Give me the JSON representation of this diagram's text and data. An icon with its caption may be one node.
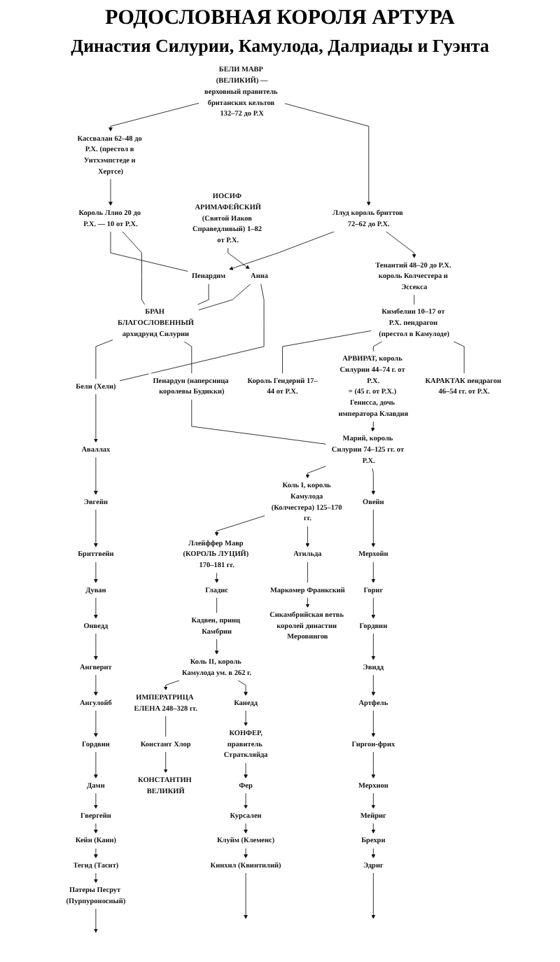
{
  "diagram": {
    "title": "РОДОСЛОВНАЯ КОРОЛЯ АРТУРА",
    "labels": [
      "Династия Силурии, Камулода, Далриады и Гуэнта"
    ],
    "nodes": [
      {
        "text": [
          "БЕЛИ МАВР (ВЕЛИКИЙ) —",
          "верховный правитель британских кельтов 132–72 до Р.Х"
        ]
      },
      {
        "text": [
          "Кассвалан 62–48 до Р.Х. (престол в Уитхэмпстеде и Хертсе)"
        ]
      },
      {
        "text": [
          "Ллуд король бриттов 72–62 до Р.Х."
        ]
      },
      {
        "text": [
          "ИОСИФ АРИМАФЕЙСКИЙ",
          "(Святой Иаков Справедливый) 1–82 от Р.Х."
        ]
      },
      {
        "text": [
          "Король Ллио 20 до Р.Х. — 10 от Р.Х."
        ]
      },
      {
        "text": [
          "Пенардим"
        ]
      },
      {
        "text": [
          "Тенантий 48–20 до Р.Х. король Колчестера и Эссекса"
        ]
      },
      {
        "text": [
          "Анна"
        ]
      },
      {
        "text": [
          "БРАН БЛАГОСЛОВЕННЫЙ",
          "архидруид Силурии"
        ]
      },
      {
        "text": [
          "Кимбелин 10–17 от Р.Х. пендрагон (престол в Камулоде)"
        ]
      },
      {
        "text": [
          "Бели (Хели)"
        ]
      },
      {
        "text": [
          "Аваллах"
        ]
      },
      {
        "text": [
          "Эвгейн"
        ]
      },
      {
        "text": [
          "Бриттвейн"
        ]
      },
      {
        "text": [
          "Дуван"
        ]
      },
      {
        "text": [
          "Онведд"
        ]
      },
      {
        "text": [
          "Ангверит"
        ]
      },
      {
        "text": [
          "Ангулойб"
        ]
      },
      {
        "text": [
          "Гордвин"
        ]
      },
      {
        "text": [
          "Дамн"
        ]
      },
      {
        "text": [
          "Гвергейн"
        ]
      },
      {
        "text": [
          "Кейн (Каин)"
        ]
      },
      {
        "text": [
          "Тегид (Тасит)"
        ]
      },
      {
        "text": [
          "Патеры Песрут (Пурпуроносный)"
        ]
      },
      {
        "text": [
          "Король Гендерий 17–44 от Р.Х."
        ]
      },
      {
        "text": [
          "АРВИРАТ, король Силурии 44–74 г. от Р.Х.",
          "= (45 г. от Р.Х.) Генисса, дочь императора Клавдия"
        ]
      },
      {
        "text": [
          "КАРАКТАК пендрагон 46–54 гг. от Р.Х."
        ]
      },
      {
        "text": [
          "Пенардун (наперсница королевы Будикки)"
        ]
      },
      {
        "text": [
          "Марий, король Силурии 74–125 гг. от Р.Х."
        ]
      },
      {
        "text": [
          "Коль I, король Камулода (Колчестера) 125–170 гг."
        ]
      },
      {
        "text": [
          "Овейн"
        ]
      },
      {
        "text": [
          "Ллейффер Мавр (КОРОЛЬ ЛУЦИЙ) 170–181 гг."
        ]
      },
      {
        "text": [
          "Гладис"
        ]
      },
      {
        "text": [
          "Кадвен, принц Камбрии"
        ]
      },
      {
        "text": [
          "Атильда"
        ]
      },
      {
        "text": [
          "Маркомер Франкский"
        ]
      },
      {
        "text": [
          "Коль II, король Камулода ум. в 262 г."
        ]
      },
      {
        "text": [
          "Сикамбрийская ветвь королей династии Меровингов"
        ]
      },
      {
        "text": [
          "Канедд"
        ]
      },
      {
        "text": [
          "ИМПЕРАТРИЦА ЕЛЕНА 248–328 гг."
        ]
      },
      {
        "text": [
          "Констант Хлор"
        ]
      },
      {
        "text": [
          "КОНФЕР,",
          "правитель Страткляйда"
        ]
      },
      {
        "text": [
          "Фер"
        ]
      },
      {
        "text": [
          "Курсален"
        ]
      },
      {
        "text": [
          "Клуйм (Клеменс)"
        ]
      },
      {
        "text": [
          "Кинхил (Квинтилий)"
        ]
      },
      {
        "text": [
          "КОНСТАНТИН ВЕЛИКИЙ"
        ]
      },
      {
        "text": [
          "Мерхойн"
        ]
      },
      {
        "text": [
          "Гориг"
        ]
      },
      {
        "text": [
          "Гордвин"
        ]
      },
      {
        "text": [
          "Эвидд"
        ]
      },
      {
        "text": [
          "Артфель"
        ]
      },
      {
        "text": [
          "Гиргон-фрих"
        ]
      },
      {
        "text": [
          "Мерхион"
        ]
      },
      {
        "text": [
          "Мейриг"
        ]
      },
      {
        "text": [
          "Брехри"
        ]
      },
      {
        "text": [
          "Эдриг"
        ]
      }
    ],
    "edges": [
      {
        "from": 0,
        "to": 1,
        "arrow": "to"
      },
      {
        "from": 0,
        "to": 2,
        "arrow": "to"
      },
      {
        "from": 1,
        "to": 4,
        "arrow": "to"
      },
      {
        "from": 2,
        "to": 5,
        "arrow": "to"
      },
      {
        "from": 2,
        "to": 6,
        "arrow": "to"
      },
      {
        "from": 4,
        "to": 5,
        "arrow": "none"
      },
      {
        "from": 3,
        "to": 7,
        "arrow": "to"
      },
      {
        "from": 4,
        "to": 8,
        "arrow": "none"
      },
      {
        "from": 5,
        "to": 8,
        "arrow": "none"
      },
      {
        "from": 7,
        "to": 8,
        "arrow": "none"
      },
      {
        "from": 6,
        "to": 9,
        "arrow": "none"
      },
      {
        "from": 7,
        "to": 10,
        "arrow": "none"
      },
      {
        "from": 8,
        "to": 10,
        "arrow": "none"
      },
      {
        "from": 8,
        "to": 27,
        "arrow": "none"
      },
      {
        "from": 9,
        "to": 24,
        "arrow": "none"
      },
      {
        "from": 9,
        "to": 25,
        "arrow": "none"
      },
      {
        "from": 9,
        "to": 26,
        "arrow": "none"
      },
      {
        "from": 10,
        "to": 11,
        "arrow": "to"
      },
      {
        "from": 11,
        "to": 12,
        "arrow": "to"
      },
      {
        "from": 12,
        "to": 13,
        "arrow": "to"
      },
      {
        "from": 13,
        "to": 14,
        "arrow": "to"
      },
      {
        "from": 14,
        "to": 15,
        "arrow": "to"
      },
      {
        "from": 15,
        "to": 16,
        "arrow": "to"
      },
      {
        "from": 16,
        "to": 17,
        "arrow": "to"
      },
      {
        "from": 17,
        "to": 18,
        "arrow": "to"
      },
      {
        "from": 18,
        "to": 19,
        "arrow": "to"
      },
      {
        "from": 19,
        "to": 20,
        "arrow": "to"
      },
      {
        "from": 20,
        "to": 21,
        "arrow": "to"
      },
      {
        "from": 21,
        "to": 22,
        "arrow": "to"
      },
      {
        "from": 22,
        "to": 23,
        "arrow": "to"
      },
      {
        "from": 23,
        "to": null,
        "arrow": "to"
      },
      {
        "from": 25,
        "to": 28,
        "arrow": "to"
      },
      {
        "from": 27,
        "to": 28,
        "arrow": "none"
      },
      {
        "from": 28,
        "to": 29,
        "arrow": "to"
      },
      {
        "from": 28,
        "to": 30,
        "arrow": "to"
      },
      {
        "from": 29,
        "to": 31,
        "arrow": "to"
      },
      {
        "from": 29,
        "to": 34,
        "arrow": "to"
      },
      {
        "from": 31,
        "to": 32,
        "arrow": "to"
      },
      {
        "from": 32,
        "to": 33,
        "arrow": "none"
      },
      {
        "from": 33,
        "to": 36,
        "arrow": "to"
      },
      {
        "from": 34,
        "to": 35,
        "arrow": "none"
      },
      {
        "from": 35,
        "to": 37,
        "arrow": "to"
      },
      {
        "from": 36,
        "to": 39,
        "arrow": "to"
      },
      {
        "from": 36,
        "to": 38,
        "arrow": "to"
      },
      {
        "from": 39,
        "to": 40,
        "arrow": "none"
      },
      {
        "from": 40,
        "to": 46,
        "arrow": "to"
      },
      {
        "from": 38,
        "to": 41,
        "arrow": "to"
      },
      {
        "from": 41,
        "to": 42,
        "arrow": "to"
      },
      {
        "from": 42,
        "to": 43,
        "arrow": "to"
      },
      {
        "from": 43,
        "to": 44,
        "arrow": "to"
      },
      {
        "from": 44,
        "to": 45,
        "arrow": "to"
      },
      {
        "from": 45,
        "to": null,
        "arrow": "to"
      },
      {
        "from": 30,
        "to": 47,
        "arrow": "to"
      },
      {
        "from": 47,
        "to": 48,
        "arrow": "to"
      },
      {
        "from": 48,
        "to": 49,
        "arrow": "to"
      },
      {
        "from": 49,
        "to": 50,
        "arrow": "to"
      },
      {
        "from": 50,
        "to": 51,
        "arrow": "to"
      },
      {
        "from": 51,
        "to": 52,
        "arrow": "to"
      },
      {
        "from": 52,
        "to": 53,
        "arrow": "to"
      },
      {
        "from": 53,
        "to": 54,
        "arrow": "to"
      },
      {
        "from": 54,
        "to": 55,
        "arrow": "to"
      },
      {
        "from": 55,
        "to": 56,
        "arrow": "to"
      },
      {
        "from": 56,
        "to": null,
        "arrow": "to"
      }
    ]
  }
}
